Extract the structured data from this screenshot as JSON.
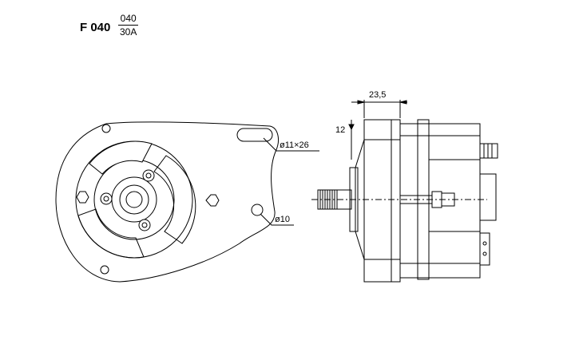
{
  "title": "F 040",
  "fraction": {
    "numerator": "040",
    "denominator": "30A"
  },
  "dimensions": {
    "width_label": "23,5",
    "offset_label": "12",
    "slot_label": "ø11×26",
    "hole_label": "ø10"
  }
}
